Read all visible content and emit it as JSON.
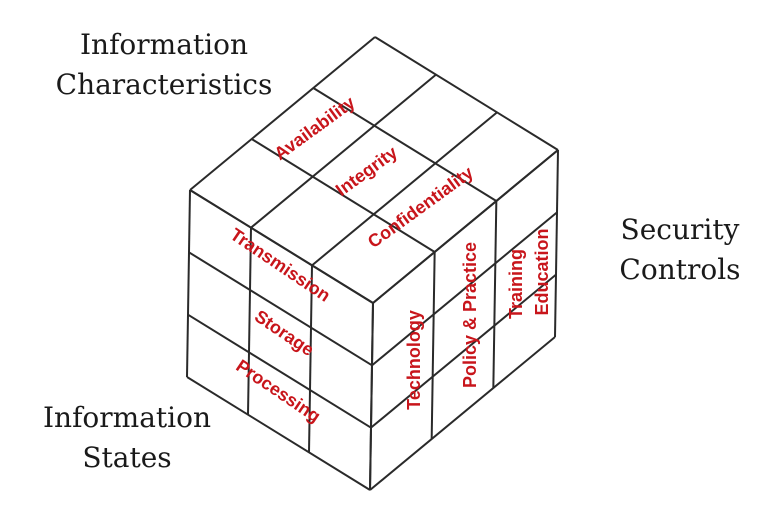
{
  "axis_labels": {
    "characteristics": [
      "Information",
      "Characteristics"
    ],
    "controls": [
      "Security",
      "Controls"
    ],
    "states": [
      "Information",
      "States"
    ]
  },
  "top_face": {
    "labels": [
      "Availability",
      "Integrity",
      "Confidentiality"
    ]
  },
  "left_face": {
    "labels": [
      "Transmission",
      "Storage",
      "Processing"
    ]
  },
  "right_face": {
    "labels": [
      "Technology",
      "Policy & Practice",
      "Training",
      "Education"
    ]
  },
  "colors": {
    "cell_text": "#c8151b",
    "edges": "#2a2a2a",
    "axis_text": "#1a1a1a",
    "background": "#ffffff"
  }
}
